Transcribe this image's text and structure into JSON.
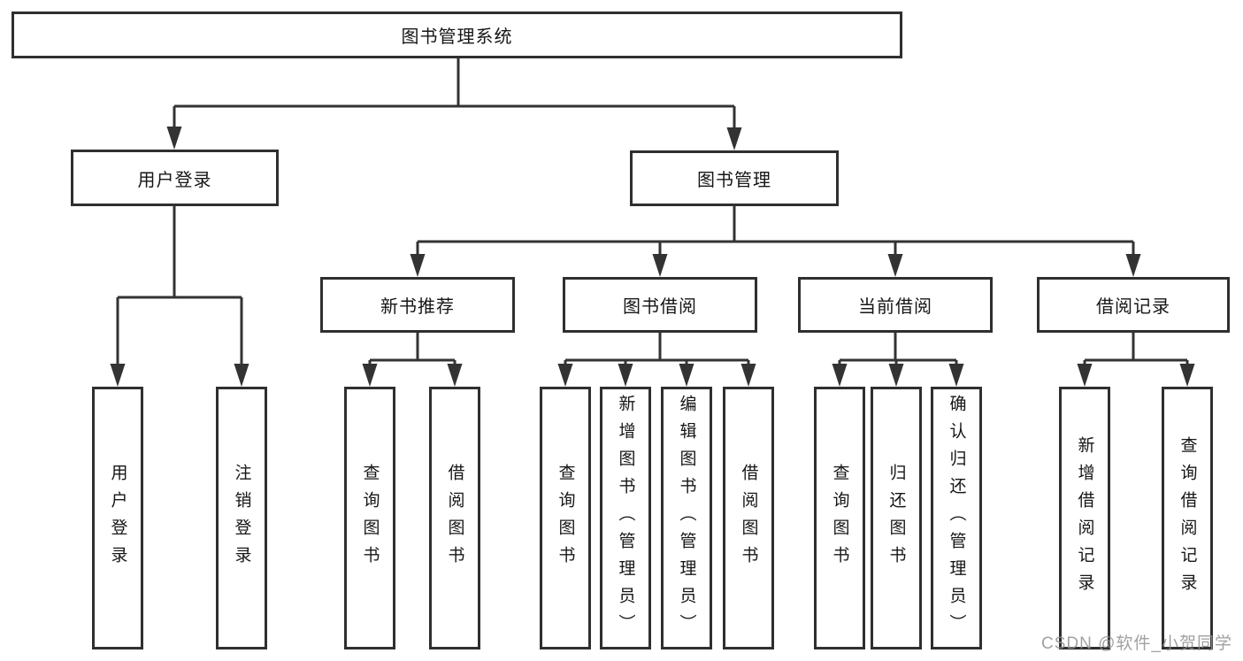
{
  "diagram": {
    "root_label": "图书管理系统",
    "level2": [
      {
        "label": "用户登录",
        "children": [
          "用户登录",
          "注销登录"
        ]
      },
      {
        "label": "图书管理"
      }
    ],
    "level3": [
      {
        "label": "新书推荐",
        "children": [
          "查询图书",
          "借阅图书"
        ]
      },
      {
        "label": "图书借阅",
        "children": [
          "查询图书",
          "新增图书（管理员）",
          "编辑图书（管理员）",
          "借阅图书"
        ]
      },
      {
        "label": "当前借阅",
        "children": [
          "查询图书",
          "归还图书",
          "确认归还（管理员）"
        ]
      },
      {
        "label": "借阅记录",
        "children": [
          "新增借阅记录",
          "查询借阅记录"
        ]
      }
    ]
  },
  "watermark": "CSDN @软件_小贺同学",
  "colors": {
    "line": "#333333",
    "border": "#2f2f2f",
    "watermark": "#919191"
  }
}
